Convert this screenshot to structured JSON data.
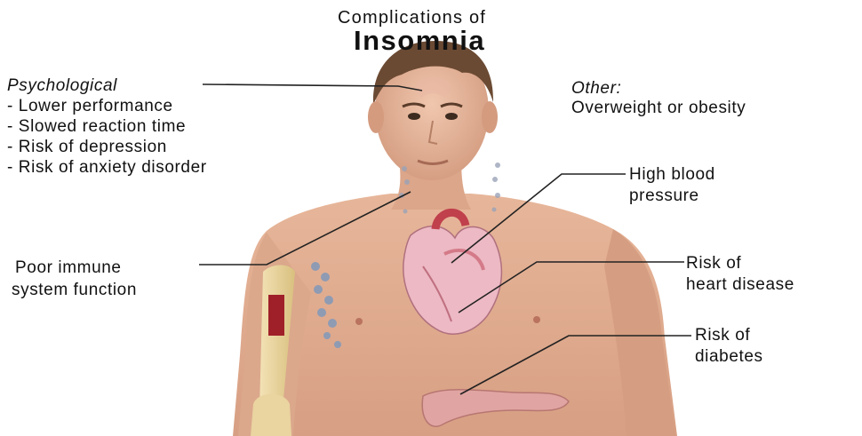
{
  "title": {
    "line1": "Complications of",
    "line2": "Insomnia"
  },
  "psychological": {
    "heading": "Psychological",
    "items": [
      "- Lower performance",
      "- Slowed reaction time",
      "- Risk of depression",
      "- Risk of anxiety disorder"
    ]
  },
  "other": {
    "heading": "Other:",
    "item": "Overweight or obesity"
  },
  "labels": {
    "blood_pressure": [
      "High blood",
      "pressure"
    ],
    "immune": [
      "Poor immune",
      "system function"
    ],
    "heart_disease": [
      "Risk of",
      "heart disease"
    ],
    "diabetes": [
      "Risk of",
      "diabetes"
    ]
  }
}
